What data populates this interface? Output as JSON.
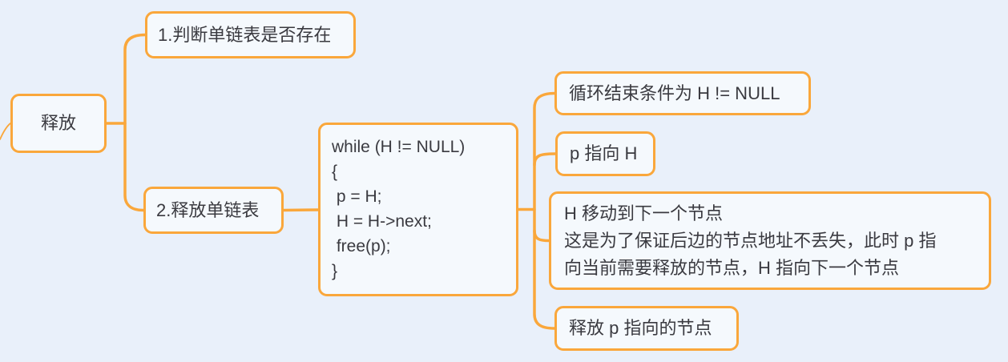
{
  "colors": {
    "background": "#e9f0fa",
    "accent_orange": "#faa73b",
    "node_fill": "#f5f9fd",
    "text": "#3a3a40"
  },
  "mindmap": {
    "root": {
      "label": "释放",
      "children": [
        {
          "label": "1.判断单链表是否存在"
        },
        {
          "label": "2.释放单链表",
          "children": [
            {
              "label": "while (H != NULL)\n{\n p = H;\n H = H->next;\n free(p);\n}",
              "children": [
                {
                  "label": "循环结束条件为 H != NULL"
                },
                {
                  "label": "p 指向 H"
                },
                {
                  "label": "H 移动到下一个节点\n这是为了保证后边的节点地址不丢失，此时 p 指\n向当前需要释放的节点，H 指向下一个节点"
                },
                {
                  "label": "释放 p 指向的节点"
                }
              ]
            }
          ]
        }
      ]
    }
  }
}
